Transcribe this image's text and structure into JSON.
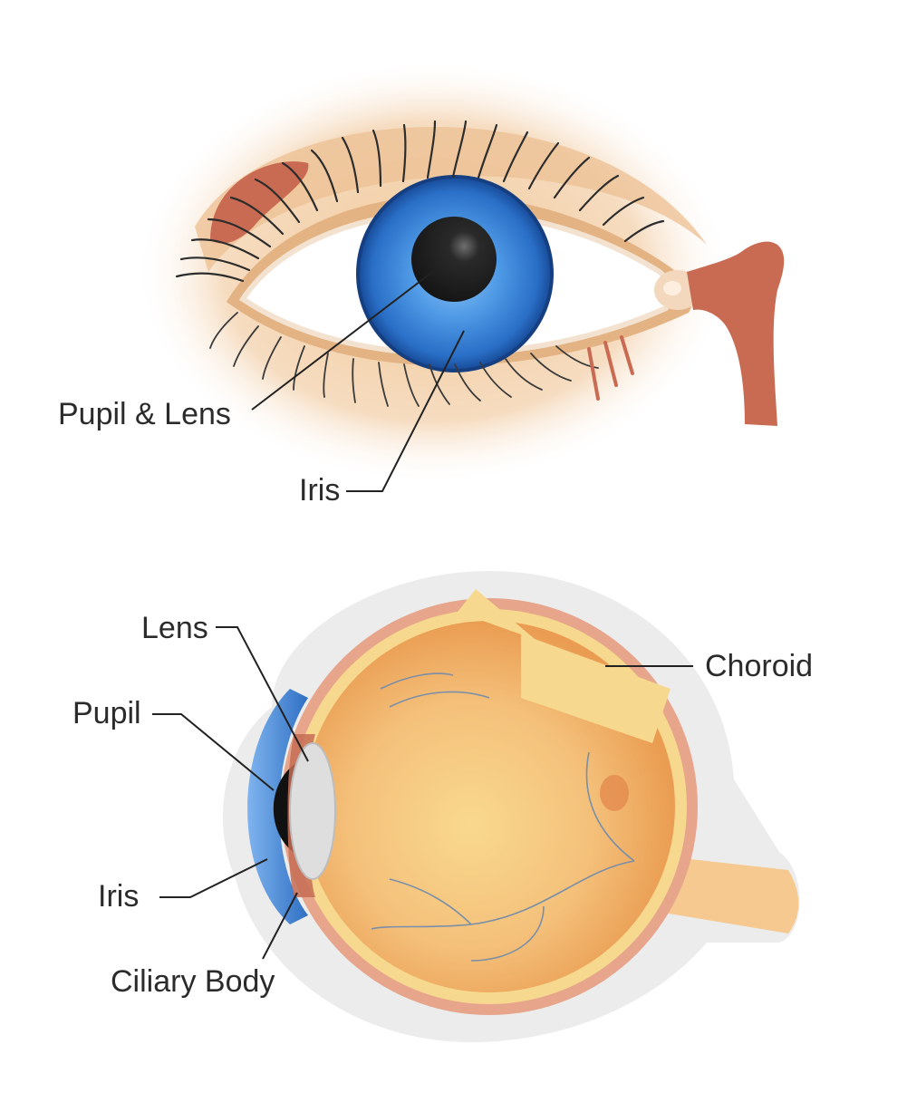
{
  "labels": {
    "pupil_lens": "Pupil & Lens",
    "iris_front": "Iris",
    "lens": "Lens",
    "pupil": "Pupil",
    "iris_side": "Iris",
    "ciliary_body": "Ciliary Body",
    "choroid": "Choroid"
  },
  "colors": {
    "skin_glow": "#f3cfa8",
    "eyelid_rim": "#e8bc8e",
    "sclera": "#ffffff",
    "iris_blue": "#2f7fd6",
    "iris_dark": "#184d9e",
    "pupil": "#1c1c1c",
    "gland": "#c96b52",
    "globe_orange": "#f0ab5c",
    "retina_yellow": "#f9d98e",
    "sclera_outer": "#e8e8e8",
    "vessel": "#7a8fa8",
    "leader_line": "#222222"
  }
}
